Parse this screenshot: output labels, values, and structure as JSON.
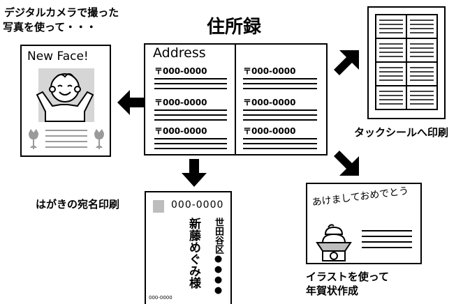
{
  "title": "住所録",
  "photo_caption": [
    "デジタルカメラで撮った",
    "写真を使って・・・"
  ],
  "photo_card_heading": "New Face!",
  "address_book_heading": "Address",
  "zip_entries": [
    "〒000-0000",
    "〒000-0000",
    "〒000-0000",
    "〒000-0000",
    "〒000-0000",
    "〒000-0000"
  ],
  "label_caption": "タックシールへ印刷",
  "postcard_caption": "はがきの宛名印刷",
  "postcard": {
    "zip_boxes": "000-0000",
    "address": "世田谷区●●●●",
    "recipient": "新藤めぐみ様",
    "sender_zip": "000-0000"
  },
  "greeting_card": {
    "greeting": "あけましておめでとう"
  },
  "greeting_caption": [
    "イラストを使って",
    "年賀状作成"
  ],
  "colors": {
    "ink": "#000000",
    "gray": "#9a9a9a",
    "photo_bg": "#d6d6d6"
  }
}
